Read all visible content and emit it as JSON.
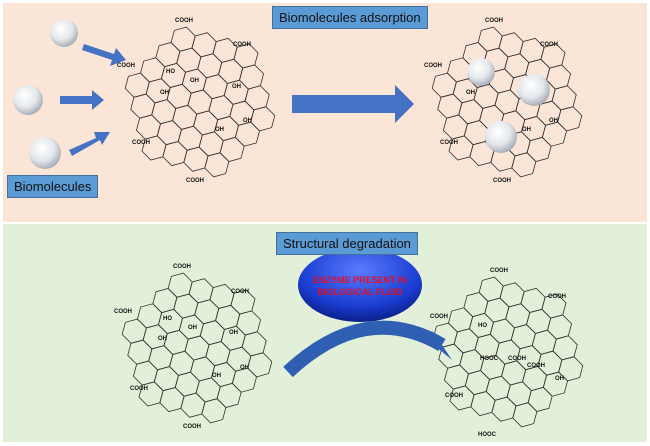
{
  "labels": {
    "adsorption": "Biomolecules adsorption",
    "biomolecules": "Biomolecules",
    "degradation": "Structural degradation",
    "enzyme_line1": "ENZYME PRESENT IN",
    "enzyme_line2": "BIOLOGICAL FLUID"
  },
  "groups": {
    "cooh": "COOH",
    "oh": "OH",
    "ho": "HO",
    "hooc": "HOOC"
  },
  "colors": {
    "top_panel": "#fbe5d6",
    "bottom_panel": "#e2f0d9",
    "label_box": "#5b9bd5",
    "arrow": "#4472c4",
    "enzyme": "#2040d0",
    "enzyme_text": "#e0102a"
  }
}
